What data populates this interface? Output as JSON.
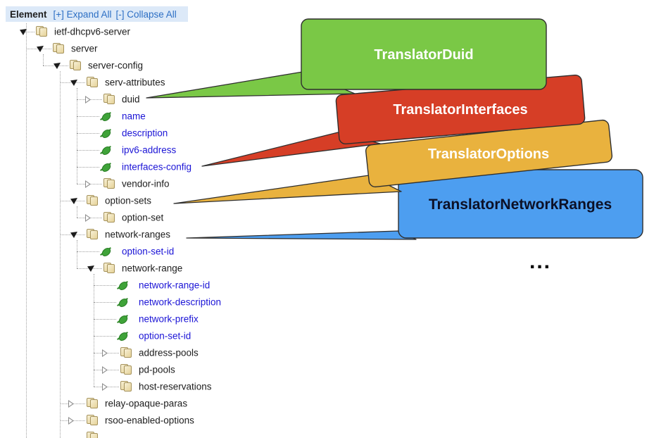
{
  "header": {
    "title": "Element",
    "expand_all": "[+] Expand All",
    "collapse_all": "[-] Collapse All"
  },
  "tree": {
    "items": [
      {
        "label": "ietf-dhcpv6-server",
        "kind": "folder",
        "toggle": "expanded",
        "level": 1
      },
      {
        "label": "server",
        "kind": "folder",
        "toggle": "expanded",
        "level": 2
      },
      {
        "label": "server-config",
        "kind": "folder",
        "toggle": "expanded",
        "level": 3
      },
      {
        "label": "serv-attributes",
        "kind": "folder",
        "toggle": "expanded",
        "level": 4
      },
      {
        "label": "duid",
        "kind": "folder",
        "toggle": "collapsed",
        "level": 5
      },
      {
        "label": "name",
        "kind": "leaf",
        "toggle": "none",
        "level": 5
      },
      {
        "label": "description",
        "kind": "leaf",
        "toggle": "none",
        "level": 5
      },
      {
        "label": "ipv6-address",
        "kind": "leaf",
        "toggle": "none",
        "level": 5
      },
      {
        "label": "interfaces-config",
        "kind": "leaf",
        "toggle": "none",
        "level": 5
      },
      {
        "label": "vendor-info",
        "kind": "folder",
        "toggle": "collapsed",
        "level": 5
      },
      {
        "label": "option-sets",
        "kind": "folder",
        "toggle": "expanded",
        "level": 4
      },
      {
        "label": "option-set",
        "kind": "folder",
        "toggle": "collapsed",
        "level": 5
      },
      {
        "label": "network-ranges",
        "kind": "folder",
        "toggle": "expanded",
        "level": 4
      },
      {
        "label": "option-set-id",
        "kind": "leaf",
        "toggle": "none",
        "level": 5
      },
      {
        "label": "network-range",
        "kind": "folder",
        "toggle": "expanded",
        "level": 5
      },
      {
        "label": "network-range-id",
        "kind": "leaf",
        "toggle": "none",
        "level": 6
      },
      {
        "label": "network-description",
        "kind": "leaf",
        "toggle": "none",
        "level": 6
      },
      {
        "label": "network-prefix",
        "kind": "leaf",
        "toggle": "none",
        "level": 6
      },
      {
        "label": "option-set-id",
        "kind": "leaf",
        "toggle": "none",
        "level": 6
      },
      {
        "label": "address-pools",
        "kind": "folder",
        "toggle": "collapsed",
        "level": 6
      },
      {
        "label": "pd-pools",
        "kind": "folder",
        "toggle": "collapsed",
        "level": 6
      },
      {
        "label": "host-reservations",
        "kind": "folder",
        "toggle": "collapsed",
        "level": 6
      },
      {
        "label": "relay-opaque-paras",
        "kind": "folder",
        "toggle": "collapsed",
        "level": 4
      },
      {
        "label": "rsoo-enabled-options",
        "kind": "folder",
        "toggle": "collapsed",
        "level": 4
      },
      {
        "label": "",
        "kind": "folder",
        "toggle": "none",
        "level": 4,
        "partial": true
      }
    ]
  },
  "callouts": [
    {
      "label": "TranslatorDuid",
      "target": "duid",
      "fill": "#7ac846",
      "text_color": "#ffffff"
    },
    {
      "label": "TranslatorInterfaces",
      "target": "interfaces-config",
      "fill": "#d63e26",
      "text_color": "#ffffff"
    },
    {
      "label": "TranslatorOptions",
      "target": "option-sets",
      "fill": "#e9b23e",
      "text_color": "#ffffff"
    },
    {
      "label": "TranslatorNetworkRanges",
      "target": "network-ranges",
      "fill": "#4d9ef0",
      "text_color": "#0c1026"
    }
  ],
  "ellipsis": "...",
  "palette": {
    "header_bg": "#dce9f8",
    "link": "#2d6fc4",
    "folder_text": "#1d1d1d",
    "leaf_text": "#1b14d6",
    "line": "#a0a0a0",
    "tri": "#1c1c1c",
    "folder_border": "#a5925b",
    "stroke": "#2f2f2f",
    "ellipsis": "#000000"
  }
}
